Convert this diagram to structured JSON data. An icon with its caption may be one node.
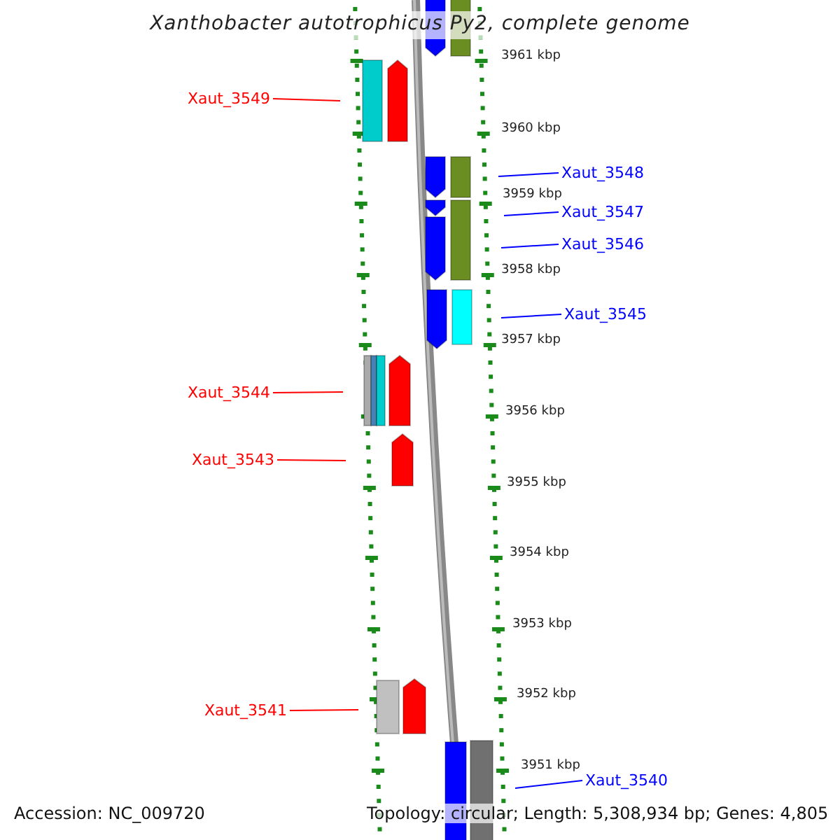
{
  "diagram": {
    "title": "Xanthobacter autotrophicus Py2, complete genome",
    "nodes": [
      {
        "text": [
          "Xaut_3549"
        ]
      },
      {
        "text": [
          "Xaut_3548"
        ]
      },
      {
        "text": [
          "Xaut_3547"
        ]
      },
      {
        "text": [
          "Xaut_3546"
        ]
      },
      {
        "text": [
          "Xaut_3545"
        ]
      },
      {
        "text": [
          "Xaut_3544"
        ]
      },
      {
        "text": [
          "Xaut_3543"
        ]
      },
      {
        "text": [
          "Xaut_3541"
        ]
      },
      {
        "text": [
          "Xaut_3540"
        ]
      }
    ],
    "edges": [
      {
        "from": 0,
        "to": null,
        "arrow": "none",
        "color": "#ff0000"
      },
      {
        "from": 1,
        "to": null,
        "arrow": "none"
      },
      {
        "from": 2,
        "to": null,
        "arrow": "none"
      },
      {
        "from": 3,
        "to": null,
        "arrow": "none"
      },
      {
        "from": 4,
        "to": null,
        "arrow": "none"
      },
      {
        "from": 5,
        "to": null,
        "arrow": "none",
        "color": "#ff0000"
      },
      {
        "from": 6,
        "to": null,
        "arrow": "none",
        "color": "#ff0000"
      },
      {
        "from": 7,
        "to": null,
        "arrow": "none",
        "color": "#ff0000"
      },
      {
        "from": 8,
        "to": null,
        "arrow": "none"
      }
    ],
    "labels": [
      "3961 kbp",
      "3960 kbp",
      "3959 kbp",
      "3958 kbp",
      "3957 kbp",
      "3956 kbp",
      "3955 kbp",
      "3954 kbp",
      "3953 kbp",
      "3952 kbp",
      "3951 kbp",
      "Accession: NC_009720",
      "Topology: circular; Length: 5,308,934 bp; Genes: 4,805"
    ]
  }
}
